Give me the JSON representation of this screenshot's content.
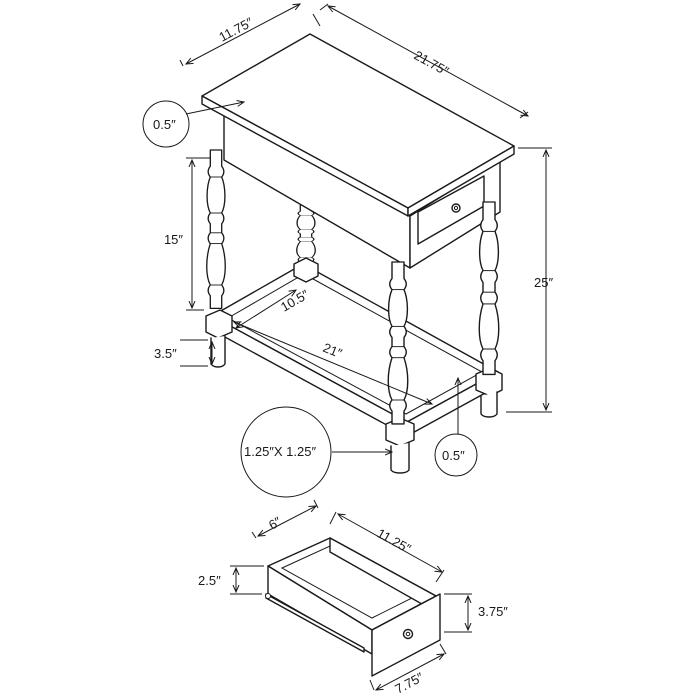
{
  "dimensions": {
    "top_depth": "11.75″",
    "top_width": "21.75″",
    "top_thickness": "0.5″",
    "apron_height": "15″",
    "total_height": "25″",
    "shelf_depth": "10.5″",
    "shelf_width": "21″",
    "foot_height": "3.5″",
    "leg_section": "1.25″X 1.25″",
    "shelf_thickness": "0.5″",
    "drawer_depth_inner": "6″",
    "drawer_length": "11.25″",
    "drawer_side_height": "2.5″",
    "drawer_front_height": "3.75″",
    "drawer_front_width": "7.75″"
  },
  "colors": {
    "ink": "#1a1a1a",
    "background": "#ffffff"
  }
}
